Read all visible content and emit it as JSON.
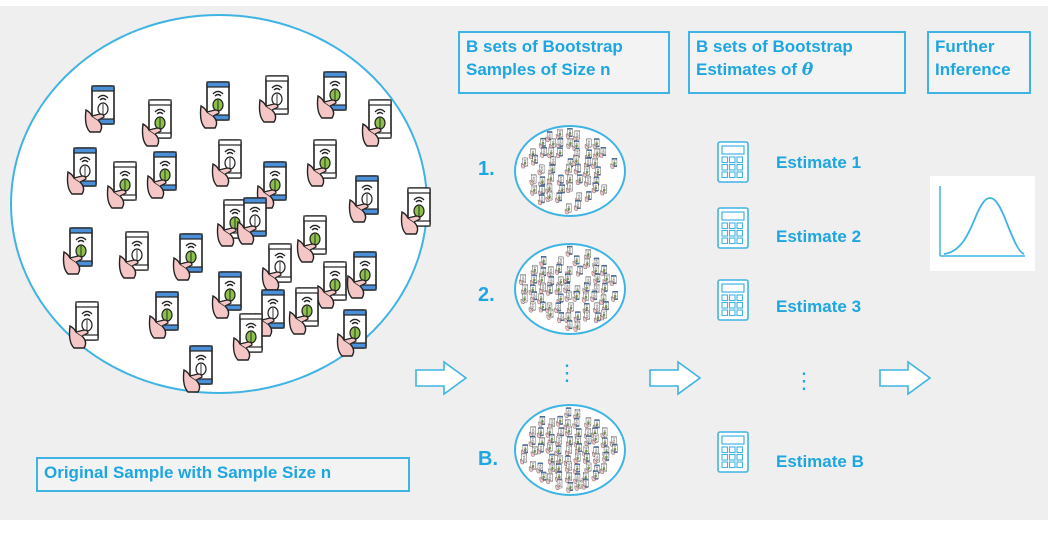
{
  "colors": {
    "accent": "#1ea6e0",
    "border": "#3fb4e4",
    "panel": "#efefef"
  },
  "original_sample": {
    "label": "Original Sample with Sample Size n",
    "icon": "phone-in-hand-icon"
  },
  "headers": {
    "bootstrap_samples": [
      "B sets of Bootstrap",
      "Samples of Size n"
    ],
    "bootstrap_estimates": [
      "B sets of Bootstrap",
      "Estimates of "
    ],
    "theta": "θ",
    "further_inference": [
      "Further",
      "Inference"
    ]
  },
  "samples": [
    {
      "num": "1."
    },
    {
      "num": "2."
    },
    {
      "num": "B."
    }
  ],
  "estimates": [
    "Estimate 1",
    "Estimate 2",
    "Estimate 3",
    "Estimate B"
  ],
  "ellipsis": "⋮",
  "icons": {
    "calculator": "calculator-icon",
    "arrow": "right-arrow-icon",
    "distribution": "bell-curve-icon"
  }
}
